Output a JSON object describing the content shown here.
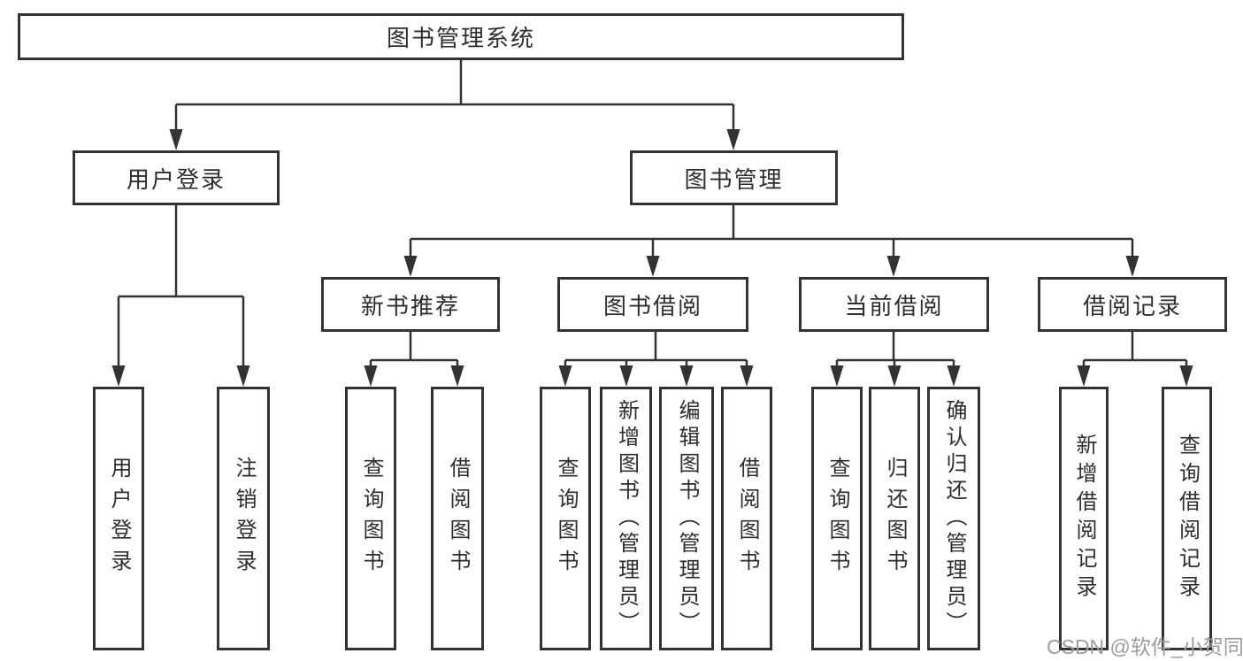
{
  "root": {
    "label": "图书管理系统"
  },
  "branches": [
    {
      "label": "用户登录",
      "children": [
        {
          "label": "用户登录"
        },
        {
          "label": "注销登录"
        }
      ]
    },
    {
      "label": "图书管理",
      "children": [
        {
          "label": "新书推荐",
          "children": [
            {
              "label": "查询图书"
            },
            {
              "label": "借阅图书"
            }
          ]
        },
        {
          "label": "图书借阅",
          "children": [
            {
              "label": "查询图书"
            },
            {
              "label": "新增图书（管理员）"
            },
            {
              "label": "编辑图书（管理员）"
            },
            {
              "label": "借阅图书"
            }
          ]
        },
        {
          "label": "当前借阅",
          "children": [
            {
              "label": "查询图书"
            },
            {
              "label": "归还图书"
            },
            {
              "label": "确认归还（管理员）"
            }
          ]
        },
        {
          "label": "借阅记录",
          "children": [
            {
              "label": "新增借阅记录"
            },
            {
              "label": "查询借阅记录"
            }
          ]
        }
      ]
    }
  ],
  "watermark": {
    "text": "CSDN @软件_小贺同学"
  },
  "colors": {
    "line": "#333333",
    "text": "#2e2e2e",
    "watermark": "#9c9c9c",
    "background": "#ffffff"
  }
}
